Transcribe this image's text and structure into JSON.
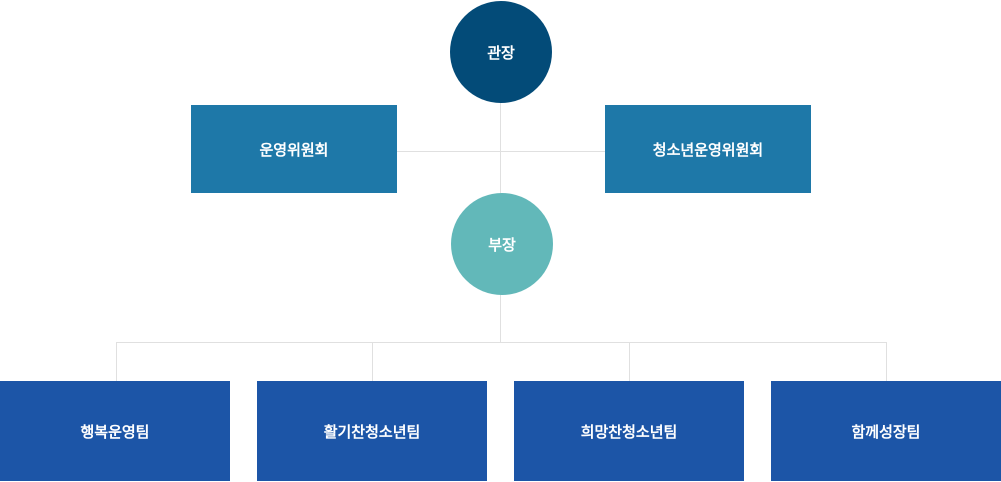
{
  "director": {
    "label": "관장",
    "color": "#034b78"
  },
  "committees": [
    {
      "label": "운영위원회"
    },
    {
      "label": "청소년운영위원회"
    }
  ],
  "deputy": {
    "label": "부장",
    "color": "#62b8b9"
  },
  "teams": [
    {
      "label": "행복운영팀"
    },
    {
      "label": "활기찬청소년팀"
    },
    {
      "label": "희망찬청소년팀"
    },
    {
      "label": "함께성장팀"
    }
  ]
}
